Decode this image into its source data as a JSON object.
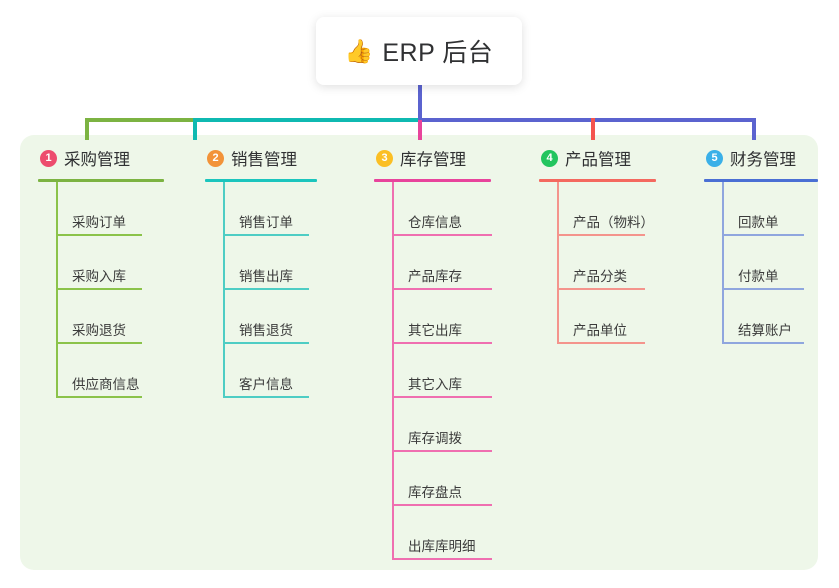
{
  "title": {
    "icon": "thumbs-up-icon",
    "icon_glyph": "👍",
    "text": "ERP 后台"
  },
  "colors": {
    "panel_background": "#eef7e9",
    "page_background": "#ffffff",
    "trunk": "#5b63cf",
    "bus_left": "#7cb342",
    "bus_mid": "#0fb9b1",
    "bus_right": "#5b63cf"
  },
  "columns": [
    {
      "index": "1",
      "badge_color": "#ed4c6e",
      "rule_color": "#7cb342",
      "leaf_color": "#8bc34a",
      "drop_color": "#7cb342",
      "title": "采购管理",
      "items": [
        "采购订单",
        "采购入库",
        "采购退货",
        "供应商信息"
      ]
    },
    {
      "index": "2",
      "badge_color": "#f29339",
      "rule_color": "#1bc5bd",
      "leaf_color": "#4ecdc4",
      "drop_color": "#0fb9b1",
      "title": "销售管理",
      "items": [
        "销售订单",
        "销售出库",
        "销售退货",
        "客户信息"
      ]
    },
    {
      "index": "3",
      "badge_color": "#fbbf24",
      "rule_color": "#e8449c",
      "leaf_color": "#ef6fb0",
      "drop_color": "#e8449c",
      "title": "库存管理",
      "items": [
        "仓库信息",
        "产品库存",
        "其它出库",
        "其它入库",
        "库存调拨",
        "库存盘点",
        "出库库明细"
      ]
    },
    {
      "index": "4",
      "badge_color": "#22c55e",
      "rule_color": "#f4695f",
      "leaf_color": "#f4948c",
      "drop_color": "#f4544f",
      "title": "产品管理",
      "items": [
        "产品（物料）",
        "产品分类",
        "产品单位"
      ]
    },
    {
      "index": "5",
      "badge_color": "#3ab0e8",
      "rule_color": "#4a6fd4",
      "leaf_color": "#8fa6de",
      "drop_color": "#5b63cf",
      "title": "财务管理",
      "items": [
        "回款单",
        "付款单",
        "结算账户"
      ]
    }
  ]
}
